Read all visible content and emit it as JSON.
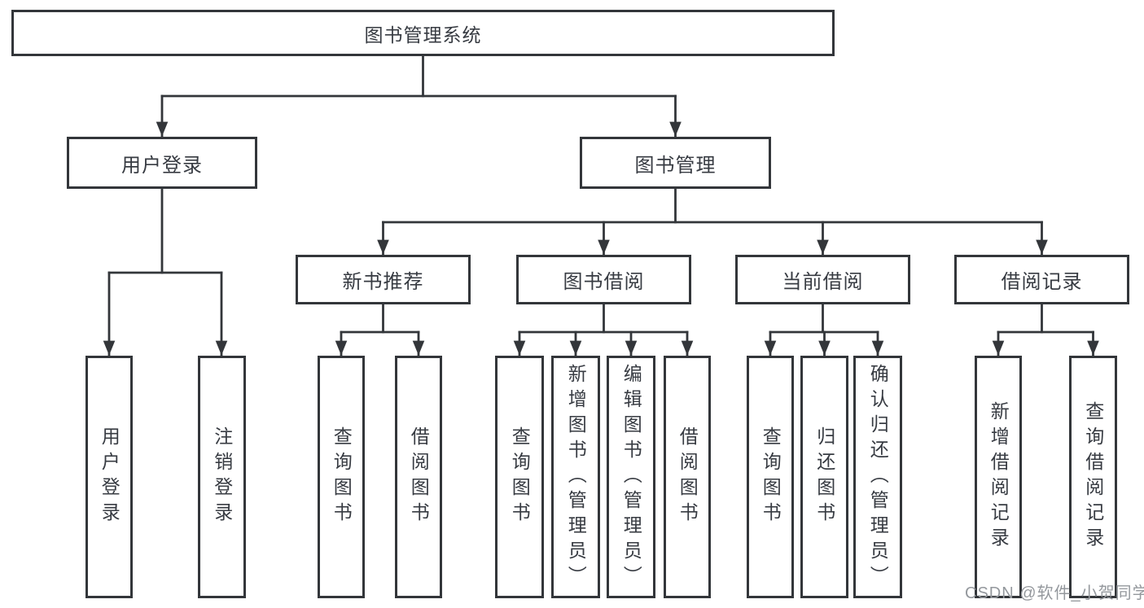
{
  "tree": {
    "root": {
      "label": "图书管理系统"
    },
    "branches": [
      {
        "label": "用户登录",
        "leaves": [
          {
            "label": "用户登录"
          },
          {
            "label": "注销登录"
          }
        ]
      },
      {
        "label": "图书管理",
        "groups": [
          {
            "label": "新书推荐",
            "leaves": [
              {
                "label": "查询图书"
              },
              {
                "label": "借阅图书"
              }
            ]
          },
          {
            "label": "图书借阅",
            "leaves": [
              {
                "label": "查询图书"
              },
              {
                "label": "新增图书（管理员）"
              },
              {
                "label": "编辑图书（管理员）"
              },
              {
                "label": "借阅图书"
              }
            ]
          },
          {
            "label": "当前借阅",
            "leaves": [
              {
                "label": "查询图书"
              },
              {
                "label": "归还图书"
              },
              {
                "label": "确认归还（管理员）"
              }
            ]
          },
          {
            "label": "借阅记录",
            "leaves": [
              {
                "label": "新增借阅记录"
              },
              {
                "label": "查询借阅记录"
              }
            ]
          }
        ]
      }
    ]
  },
  "watermark": {
    "text": "CSDN @软件_小贺同学"
  },
  "colors": {
    "line": "#33363a",
    "border": "#33363a",
    "text": "#373b42",
    "watermark": "#94989d",
    "background": "#ffffff"
  }
}
